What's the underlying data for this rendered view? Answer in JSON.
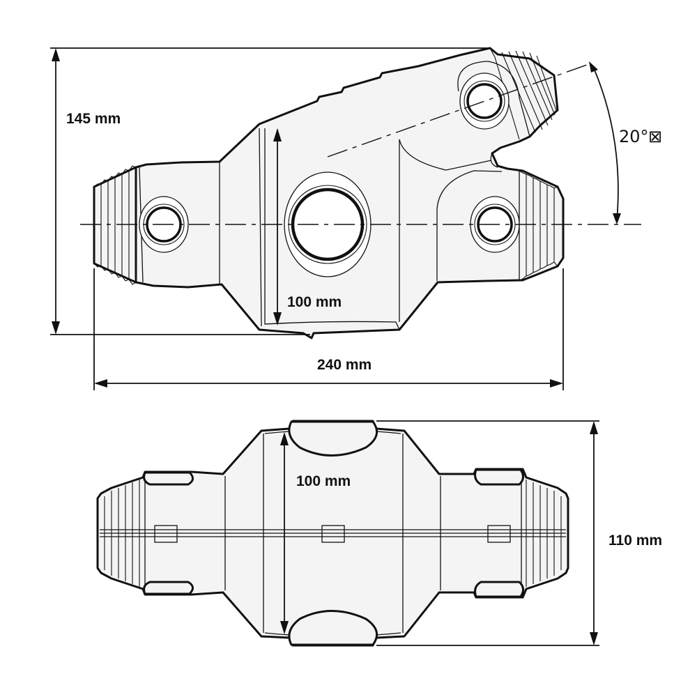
{
  "dimensions": {
    "height_total": "145 mm",
    "height_body": "100 mm",
    "width_total": "240 mm",
    "bottom_view_body": "100 mm",
    "bottom_view_width": "110 mm",
    "angle": "20°",
    "angle_suffix": "⊠"
  },
  "icons": {
    "top_view": "connector-top-view-drawing",
    "bottom_view": "connector-bottom-view-drawing"
  }
}
